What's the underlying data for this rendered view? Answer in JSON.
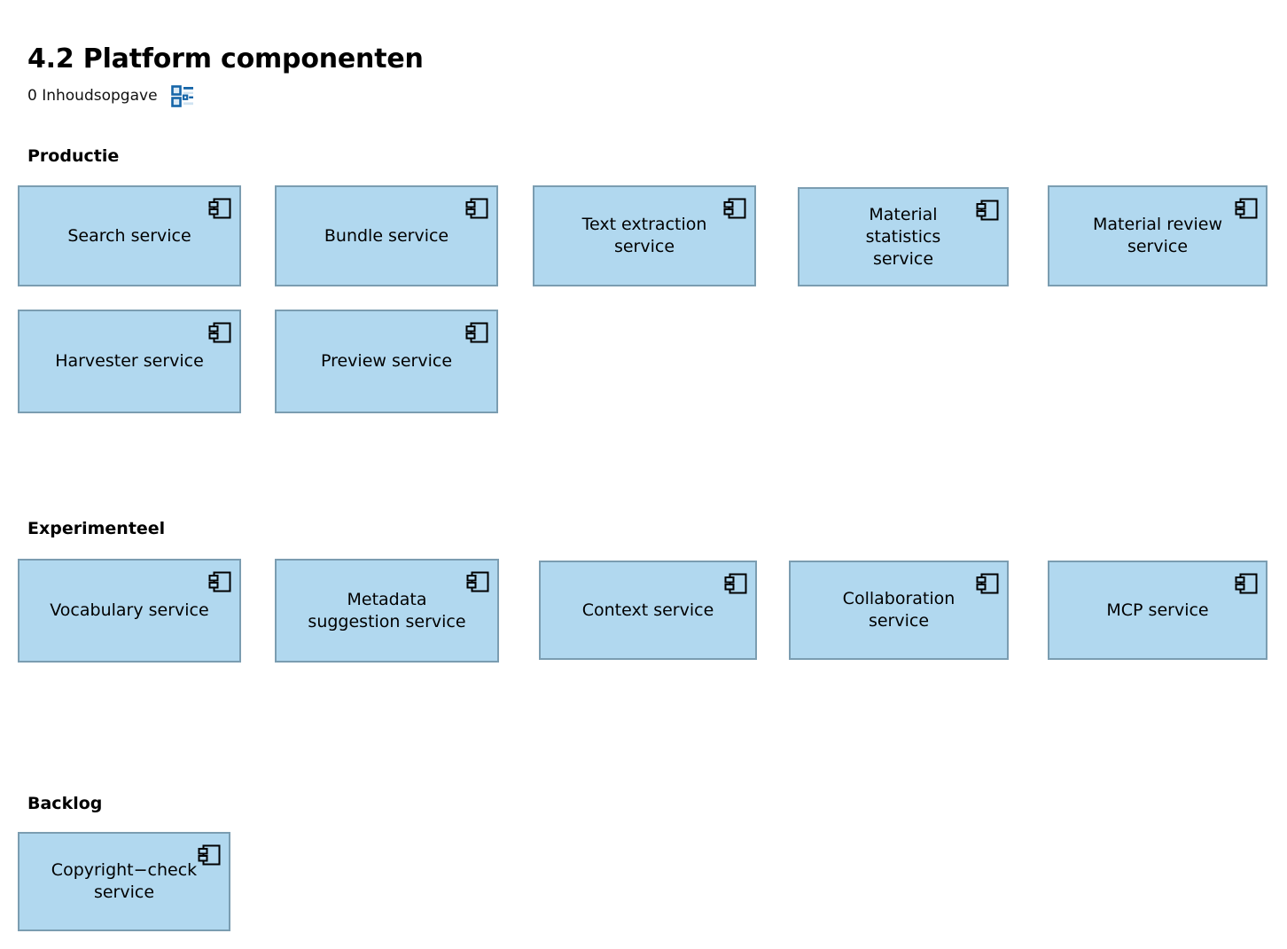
{
  "header": {
    "title": "4.2 Platform componenten",
    "toc_label": "0 Inhoudsopgave",
    "toc_icon": "outline-list-icon"
  },
  "theme": {
    "component_fill": "#b1d8ef",
    "component_border": "#7b9db1",
    "icon_accent": "#1565a8",
    "page_background": "#ffffff",
    "text_color": "#000000"
  },
  "sections": [
    {
      "heading": "Productie",
      "components": [
        {
          "label": "Search service"
        },
        {
          "label": "Bundle service"
        },
        {
          "label": "Text extraction\nservice"
        },
        {
          "label": "Material\nstatistics\nservice"
        },
        {
          "label": "Material review\nservice"
        },
        {
          "label": "Harvester service"
        },
        {
          "label": "Preview service"
        }
      ]
    },
    {
      "heading": "Experimenteel",
      "components": [
        {
          "label": "Vocabulary service"
        },
        {
          "label": "Metadata\nsuggestion service"
        },
        {
          "label": "Context service"
        },
        {
          "label": "Collaboration\nservice"
        },
        {
          "label": "MCP service"
        }
      ]
    },
    {
      "heading": "Backlog",
      "components": [
        {
          "label": "Copyright−check\nservice"
        }
      ]
    }
  ]
}
